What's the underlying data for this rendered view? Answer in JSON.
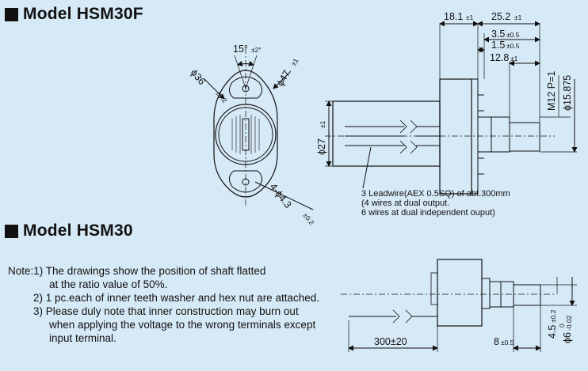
{
  "headings": {
    "model_a": "Model HSM30F",
    "model_b": "Model HSM30"
  },
  "front_view": {
    "angle": "15°",
    "angle_tol": "±2°",
    "dia_36": "ϕ36",
    "dia_36_tol": "±0.2",
    "dia_47": "ϕ47",
    "dia_47_tol": "±1",
    "holes": "4-ϕ4.3",
    "holes_tol": "±0.2"
  },
  "side_view_top": {
    "d_18": "18.1",
    "d_18_tol": "±1",
    "d_25": "25.2",
    "d_25_tol": "±1",
    "d_35": "3.5",
    "d_35_tol": "±0.5",
    "d_15": "1.5",
    "d_15_tol": "±0.5",
    "d_128": "12.8",
    "d_128_tol": "±1",
    "dia_27": "ϕ27",
    "dia_27_tol": "±1",
    "thread": "M12 P=1",
    "dia_15875": "ϕ15.875",
    "leadwire_1": "3 Leadwire(AEX 0.5SQ) of abt.300mm",
    "leadwire_2": "(4 wires at dual output.",
    "leadwire_3": "6 wires at dual independent ouput)"
  },
  "side_view_bottom": {
    "len_300": "300±20",
    "len_8": "8",
    "len_8_tol": "±0.5",
    "dia_45": "4.5",
    "dia_45_tol": "±0.2",
    "dia_6": "ϕ6",
    "dia_6_tol_up": "0",
    "dia_6_tol_dn": "-0.02"
  },
  "notes": {
    "l1": "Note:1) The drawings show the position of shaft flatted",
    "l2": "at the ratio value of 50%.",
    "l3": "2) 1 pc.each of inner teeth washer and hex nut are attached.",
    "l4": "3) Please duly note that inner construction may burn out",
    "l5": "when applying the voltage to the wrong terminals except",
    "l6": "input terminal."
  },
  "colors": {
    "background": "#d6e9f6",
    "line": "#111111"
  }
}
